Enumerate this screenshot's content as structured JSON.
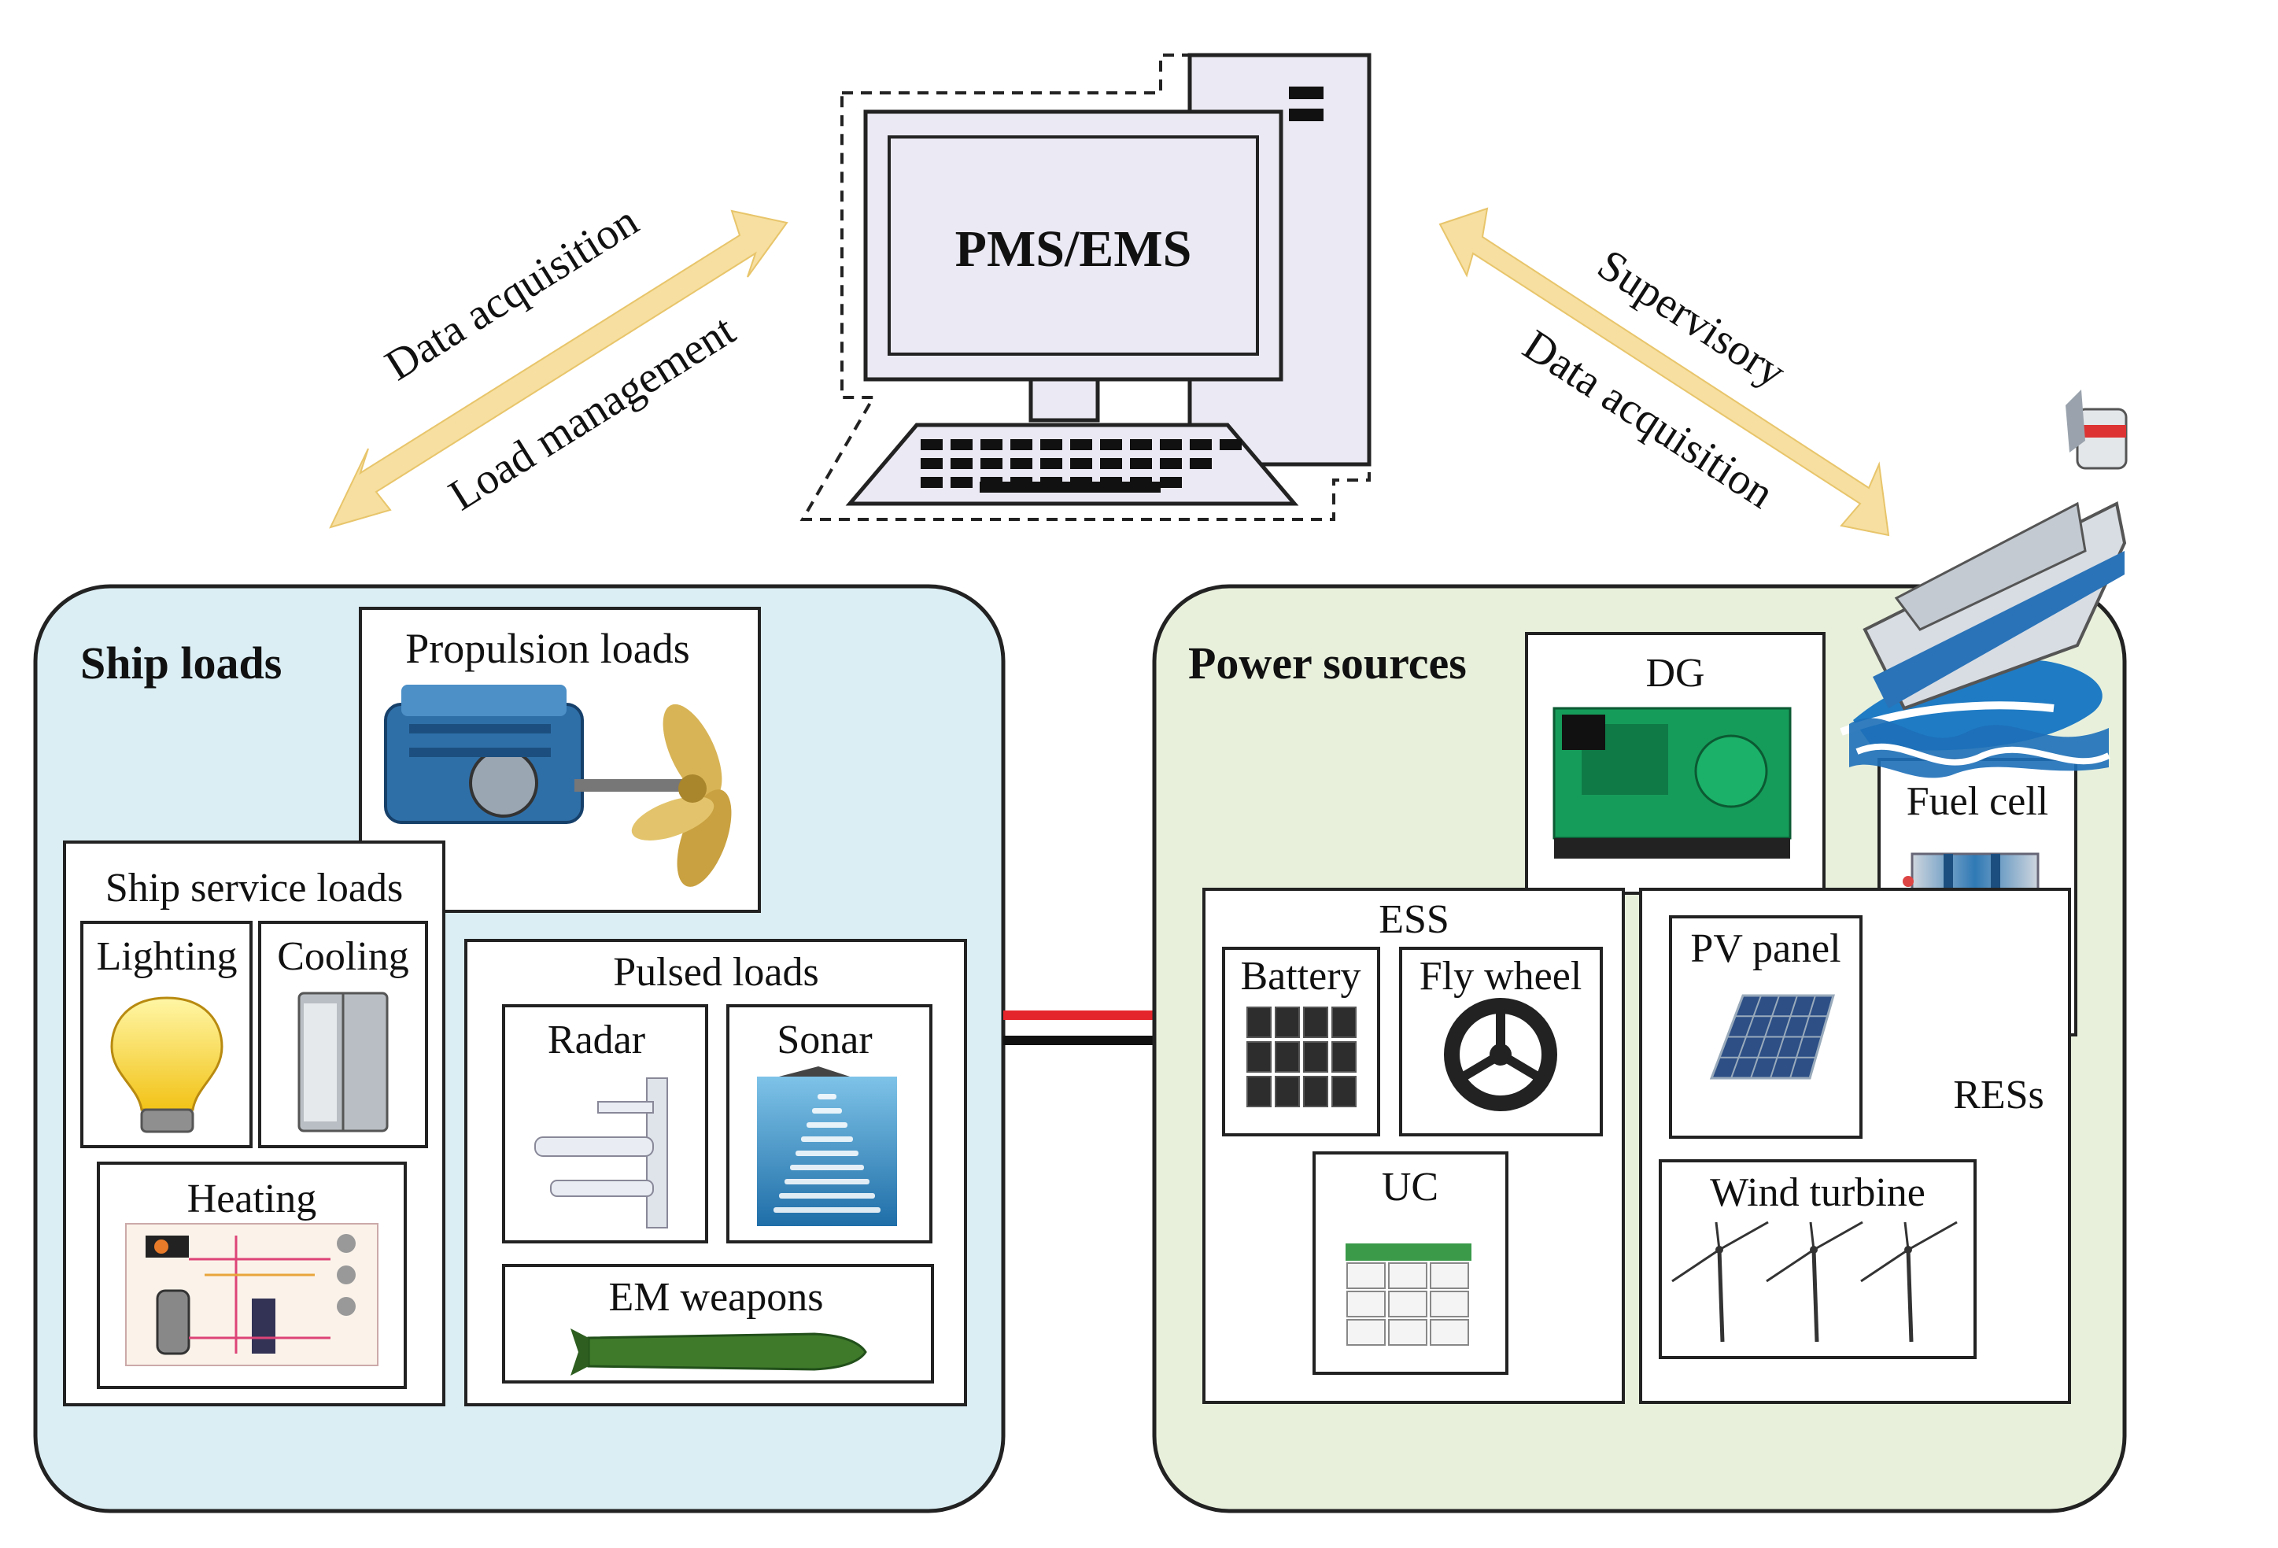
{
  "center": {
    "title": "PMS/EMS"
  },
  "left_arrow": {
    "line1": "Data acquisition",
    "line2": "Load management"
  },
  "right_arrow": {
    "line1": "Supervisory",
    "line2": "Data acquisition"
  },
  "ship_loads": {
    "title": "Ship loads",
    "propulsion": "Propulsion loads",
    "service": {
      "title": "Ship service loads",
      "lighting": "Lighting",
      "cooling": "Cooling",
      "heating": "Heating"
    },
    "pulsed": {
      "title": "Pulsed loads",
      "radar": "Radar",
      "sonar": "Sonar",
      "em_weapons": "EM weapons"
    }
  },
  "power_sources": {
    "title": "Power sources",
    "dg": "DG",
    "fuel_cell": "Fuel cell",
    "ess": {
      "title": "ESS",
      "battery": "Battery",
      "flywheel": "Fly wheel",
      "uc": "UC"
    },
    "res": {
      "title": "RESs",
      "pv": "PV panel",
      "wind": "Wind turbine"
    }
  },
  "colors": {
    "ship_loads_bg": "#dbeef4",
    "power_sources_bg": "#e8f0dc",
    "arrow": "#f6dfa0",
    "link_red": "#e4262c"
  }
}
